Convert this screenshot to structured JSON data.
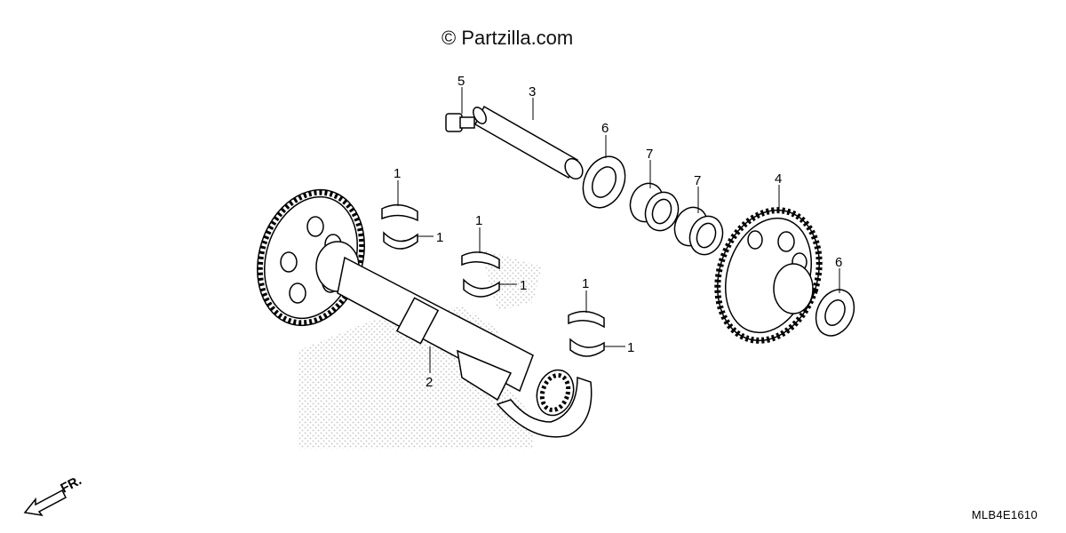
{
  "watermark": "© Partzilla.com",
  "diagram_code": "MLB4E1610",
  "direction_label": "FR.",
  "callouts": [
    {
      "id": "c1a",
      "text": "1"
    },
    {
      "id": "c1b",
      "text": "1"
    },
    {
      "id": "c1c",
      "text": "1"
    },
    {
      "id": "c1d",
      "text": "1"
    },
    {
      "id": "c1e",
      "text": "1"
    },
    {
      "id": "c1f",
      "text": "1"
    },
    {
      "id": "c2",
      "text": "2"
    },
    {
      "id": "c3",
      "text": "3"
    },
    {
      "id": "c4",
      "text": "4"
    },
    {
      "id": "c5",
      "text": "5"
    },
    {
      "id": "c6a",
      "text": "6"
    },
    {
      "id": "c6b",
      "text": "6"
    },
    {
      "id": "c7a",
      "text": "7"
    },
    {
      "id": "c7b",
      "text": "7"
    }
  ]
}
